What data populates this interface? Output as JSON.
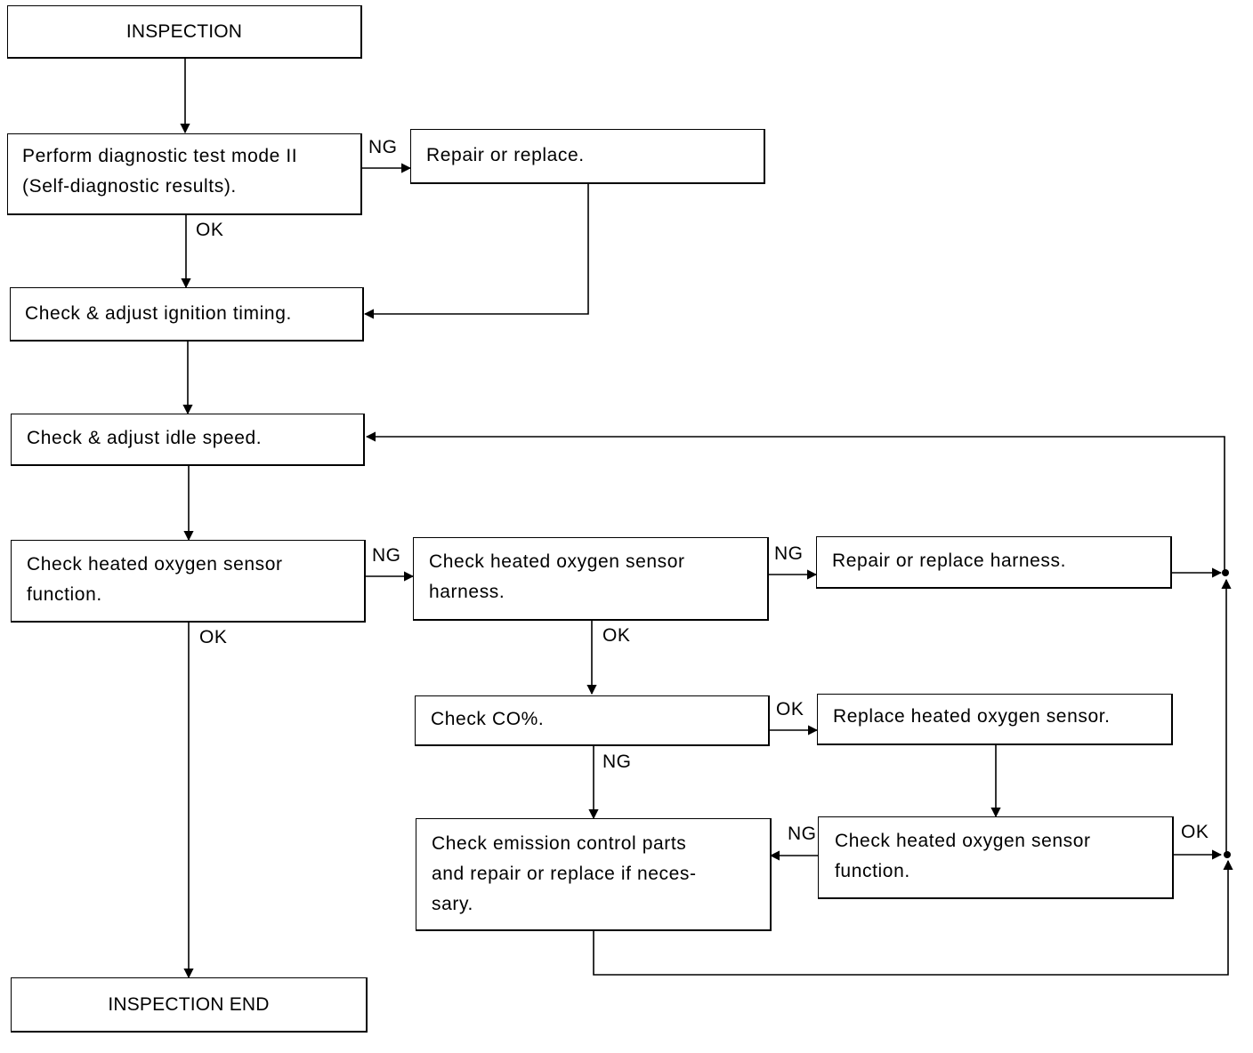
{
  "boxes": {
    "inspection": "INSPECTION",
    "diag_test": "Perform diagnostic test mode II\n(Self-diagnostic results).",
    "repair_replace": "Repair or replace.",
    "ign_timing": "Check & adjust ignition timing.",
    "idle_speed": "Check & adjust idle speed.",
    "o2_function": "Check heated oxygen sensor\nfunction.",
    "o2_harness": "Check heated oxygen sensor\nharness.",
    "repair_harness": "Repair or replace harness.",
    "check_co": "Check CO%.",
    "replace_o2": "Replace heated oxygen sensor.",
    "emission_parts": "Check emission control parts\nand repair or replace if neces-\nsary.",
    "o2_function_2": "Check heated oxygen sensor\nfunction.",
    "inspection_end": "INSPECTION END"
  },
  "labels": {
    "ng": "NG",
    "ok": "OK"
  }
}
